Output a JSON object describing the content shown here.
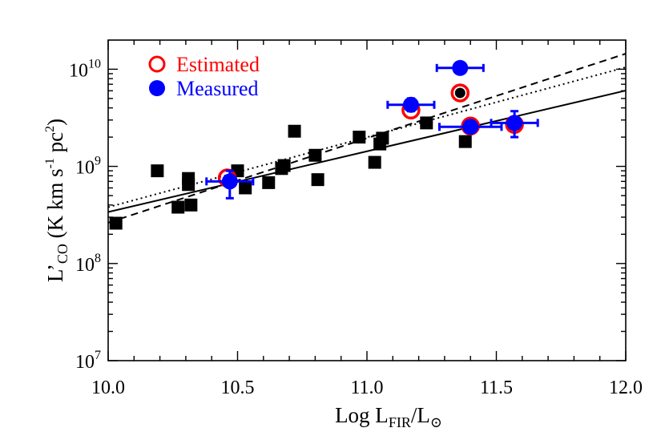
{
  "chart_data": {
    "type": "scatter",
    "xlabel": {
      "main": "Log L",
      "sub": "FIR",
      "mid": "/L",
      "sub2": "⊙"
    },
    "ylabel": {
      "main": "L’",
      "sub": "CO",
      "rest": " (K km s",
      "sup1": "-1",
      "mid": " pc",
      "sup2": "2",
      "end": ")"
    },
    "xlim": [
      10.0,
      12.0
    ],
    "ylim_log10": [
      7,
      10.3
    ],
    "y_scale": "log",
    "x_ticks": [
      {
        "value": 10.0,
        "label": "10.0"
      },
      {
        "value": 10.5,
        "label": "10.5"
      },
      {
        "value": 11.0,
        "label": "11.0"
      },
      {
        "value": 11.5,
        "label": "11.5"
      },
      {
        "value": 12.0,
        "label": "12.0"
      }
    ],
    "y_ticks": [
      {
        "exp": 7,
        "base": "10",
        "sup": "7"
      },
      {
        "exp": 8,
        "base": "10",
        "sup": "8"
      },
      {
        "exp": 9,
        "base": "10",
        "sup": "9"
      },
      {
        "exp": 10,
        "base": "10",
        "sup": "10"
      }
    ],
    "legend": {
      "position": "top-left",
      "entries": [
        {
          "label": "Estimated",
          "color": "#ff0000",
          "marker": "open-circle"
        },
        {
          "label": "Measured",
          "color": "#0000ff",
          "marker": "filled-circle"
        }
      ]
    },
    "series": [
      {
        "marker": "filled-square",
        "color": "#000000",
        "points": [
          [
            10.03,
            260000000.0
          ],
          [
            10.19,
            900000000.0
          ],
          [
            10.27,
            380000000.0
          ],
          [
            10.31,
            750000000.0
          ],
          [
            10.31,
            650000000.0
          ],
          [
            10.32,
            400000000.0
          ],
          [
            10.5,
            900000000.0
          ],
          [
            10.53,
            600000000.0
          ],
          [
            10.62,
            680000000.0
          ],
          [
            10.67,
            950000000.0
          ],
          [
            10.68,
            1020000000.0
          ],
          [
            10.72,
            2300000000.0
          ],
          [
            10.8,
            1300000000.0
          ],
          [
            10.81,
            730000000.0
          ],
          [
            10.97,
            2000000000.0
          ],
          [
            11.03,
            1100000000.0
          ],
          [
            11.05,
            1700000000.0
          ],
          [
            11.06,
            1950000000.0
          ],
          [
            11.23,
            2800000000.0
          ],
          [
            11.38,
            1800000000.0
          ]
        ]
      },
      {
        "marker": "open-circle",
        "color": "#ff0000",
        "points": [
          [
            10.46,
            760000000.0
          ],
          [
            11.17,
            3800000000.0
          ],
          [
            11.36,
            5700000000.0
          ],
          [
            11.4,
            2600000000.0
          ],
          [
            11.57,
            2700000000.0
          ]
        ]
      },
      {
        "marker": "filled-circle",
        "color": "#0000ff",
        "errorbars": true,
        "points": [
          {
            "x": 10.47,
            "y": 700000000.0,
            "xerr": 0.09,
            "ylo": 470000000.0,
            "yhi": 900000000.0
          },
          {
            "x": 11.17,
            "y": 4300000000.0,
            "xerr": 0.09,
            "ylo": 3700000000.0,
            "yhi": 5000000000.0
          },
          {
            "x": 11.36,
            "y": 10300000000.0,
            "xerr": 0.09,
            "ylo": 10300000000.0,
            "yhi": 10300000000.0
          },
          {
            "x": 11.4,
            "y": 2550000000.0,
            "xerr": 0.12,
            "ylo": 2550000000.0,
            "yhi": 2550000000.0
          },
          {
            "x": 11.57,
            "y": 2800000000.0,
            "xerr": 0.09,
            "ylo": 2000000000.0,
            "yhi": 3700000000.0
          }
        ]
      },
      {
        "marker": "filled-circle-inner",
        "color": "#000000",
        "points": [
          [
            11.36,
            5700000000.0
          ]
        ]
      }
    ],
    "fit_lines": [
      {
        "style": "solid",
        "x": [
          10.0,
          12.0
        ],
        "log_y": [
          8.53,
          9.78
        ]
      },
      {
        "style": "dashed",
        "x": [
          10.0,
          12.0
        ],
        "log_y": [
          8.42,
          10.16
        ]
      },
      {
        "style": "dotted",
        "x": [
          10.0,
          12.0
        ],
        "log_y": [
          8.58,
          10.02
        ]
      }
    ]
  }
}
